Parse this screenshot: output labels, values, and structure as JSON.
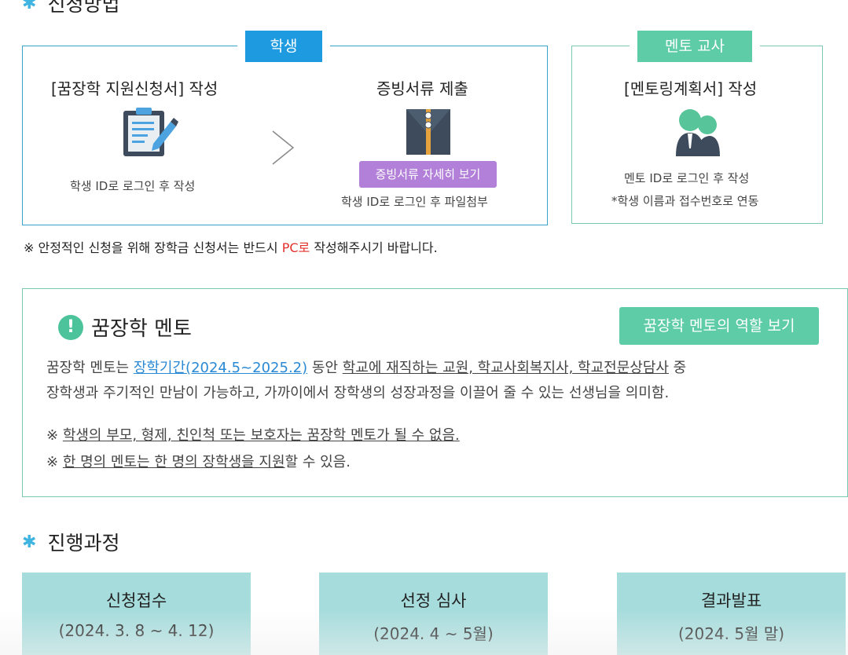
{
  "sections": {
    "apply_title": "신청방법",
    "process_title": "진행과정"
  },
  "student_box": {
    "tag": "학생",
    "step1_title": "[꿈장학 지원신청서] 작성",
    "step1_note": "학생 ID로 로그인 후 작성",
    "step2_title": "증빙서류 제출",
    "step2_button": "증빙서류 자세히 보기",
    "step2_note": "학생 ID로 로그인 후 파일첨부",
    "arrow": "›"
  },
  "mentor_box": {
    "tag": "멘토 교사",
    "title": "[멘토링계획서] 작성",
    "note1": "멘토 ID로 로그인 후 작성",
    "note2": "*학생 이름과 접수번호로 연동"
  },
  "notice": {
    "prefix": "※ 안정적인 신청을 위해 장학금 신청서는 반드시 ",
    "highlight": "PC로",
    "suffix": " 작성해주시기 바랍니다."
  },
  "mentor_card": {
    "title": "꿈장학 멘토",
    "role_button": "꿈장학 멘토의 역할 보기",
    "desc_intro": "꿈장학 멘토는 ",
    "desc_link": "장학기간(2024.5~2025.2)",
    "desc_mid": " 동안 ",
    "desc_ul": "학교에 재직하는 교원, 학교사회복지사, 학교전문상담사",
    "desc_end": " 중",
    "desc_line2": "장학생과 주기적인 만남이 가능하고, 가까이에서 장학생의 성장과정을 이끌어 줄 수 있는 선생님을 의미함.",
    "note1_mark": "※ ",
    "note1_text": "학생의 부모, 형제, 친인척 또는 보호자는 꿈장학 멘토가 될 수 없음.",
    "note2_mark": "※ ",
    "note2_ul": "한 명의 멘토는 한 명의 장학생을 지원",
    "note2_end": "할 수 있음."
  },
  "process": [
    {
      "title": "신청접수",
      "date": "(2024. 3. 8 ~ 4. 12)"
    },
    {
      "title": "선정 심사",
      "date": "(2024. 4 ~ 5월)"
    },
    {
      "title": "결과발표",
      "date": "(2024. 5월 말)"
    }
  ],
  "colors": {
    "student_accent": "#1e9be0",
    "mentor_accent": "#5dcca7",
    "detail_button": "#b27fd9",
    "link": "#2a89d4",
    "warning_red": "#e3312c",
    "process_box": "#a6dcdc"
  },
  "icons": [
    "asterisk-icon",
    "clipboard-pen-icon",
    "document-envelope-icon",
    "mentor-people-icon",
    "exclamation-icon",
    "chevron-right-icon"
  ]
}
